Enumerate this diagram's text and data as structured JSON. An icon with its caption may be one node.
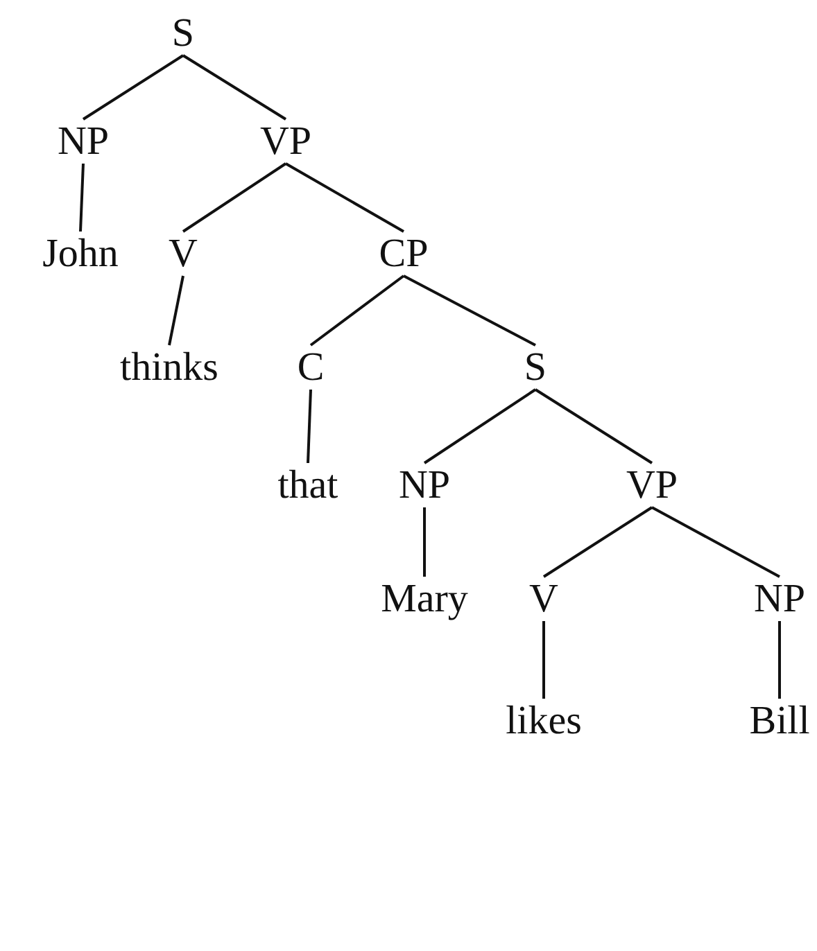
{
  "diagram": {
    "nodes": [
      {
        "text": [
          "S"
        ]
      },
      {
        "text": [
          "NP"
        ]
      },
      {
        "text": [
          "VP"
        ]
      },
      {
        "text": [
          "John"
        ]
      },
      {
        "text": [
          "V"
        ]
      },
      {
        "text": [
          "CP"
        ]
      },
      {
        "text": [
          "thinks"
        ]
      },
      {
        "text": [
          "C"
        ]
      },
      {
        "text": [
          "S"
        ]
      },
      {
        "text": [
          "that"
        ]
      },
      {
        "text": [
          "NP"
        ]
      },
      {
        "text": [
          "VP"
        ]
      },
      {
        "text": [
          "Mary"
        ]
      },
      {
        "text": [
          "V"
        ]
      },
      {
        "text": [
          "NP"
        ]
      },
      {
        "text": [
          "likes"
        ]
      },
      {
        "text": [
          "Bill"
        ]
      }
    ],
    "edges": [
      {
        "from": 0,
        "to": 1,
        "arrow": "none"
      },
      {
        "from": 0,
        "to": 2,
        "arrow": "none"
      },
      {
        "from": 1,
        "to": 3,
        "arrow": "none"
      },
      {
        "from": 2,
        "to": 4,
        "arrow": "none"
      },
      {
        "from": 2,
        "to": 5,
        "arrow": "none"
      },
      {
        "from": 4,
        "to": 6,
        "arrow": "none"
      },
      {
        "from": 5,
        "to": 7,
        "arrow": "none"
      },
      {
        "from": 5,
        "to": 8,
        "arrow": "none"
      },
      {
        "from": 7,
        "to": 9,
        "arrow": "none"
      },
      {
        "from": 8,
        "to": 10,
        "arrow": "none"
      },
      {
        "from": 8,
        "to": 11,
        "arrow": "none"
      },
      {
        "from": 10,
        "to": 12,
        "arrow": "none"
      },
      {
        "from": 11,
        "to": 13,
        "arrow": "none"
      },
      {
        "from": 11,
        "to": 14,
        "arrow": "none"
      },
      {
        "from": 13,
        "to": 15,
        "arrow": "none"
      },
      {
        "from": 14,
        "to": 16,
        "arrow": "none"
      }
    ]
  }
}
